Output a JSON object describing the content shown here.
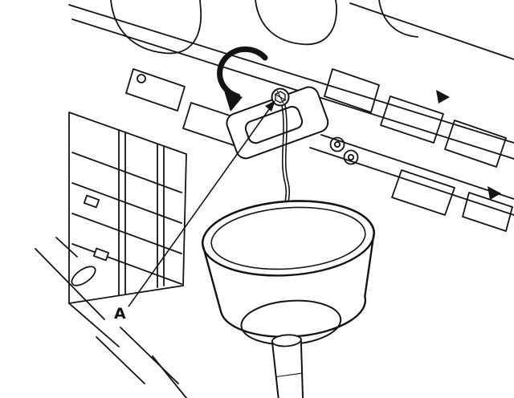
{
  "figure": {
    "kind": "technical-line-illustration",
    "subject": "oil-filter-service-diagram",
    "colors": {
      "ink": "#141414",
      "background": "#ffffff"
    },
    "callout": {
      "label": "A"
    },
    "icons": [
      {
        "name": "rotation-arrow-icon",
        "meaning": "rotate-counterclockwise"
      }
    ]
  }
}
